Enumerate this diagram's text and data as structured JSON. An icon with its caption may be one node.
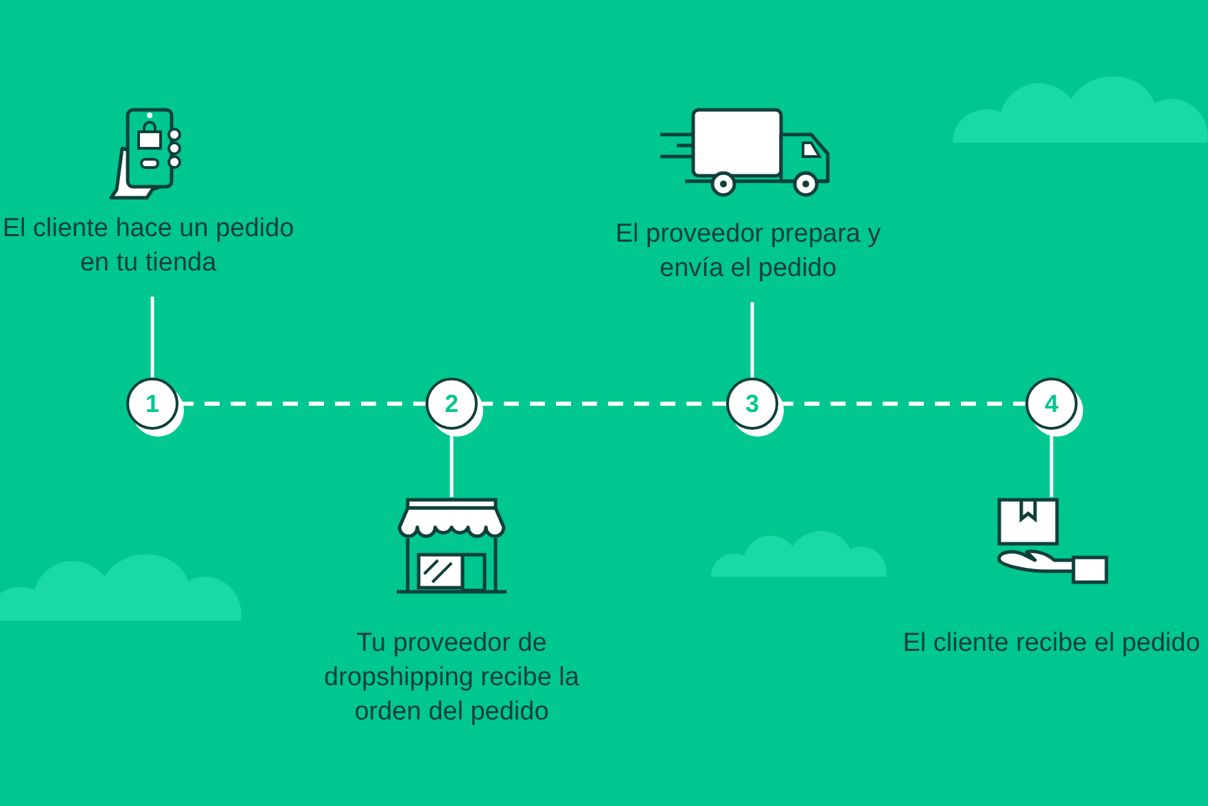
{
  "diagram": {
    "nodes": [
      {
        "text": [
          "El cliente hace un pedido en tu tienda"
        ]
      },
      {
        "text": [
          "El proveedor prepara y envía el pedido"
        ]
      },
      {
        "text": [
          "1"
        ]
      },
      {
        "text": [
          "2"
        ]
      },
      {
        "text": [
          "3"
        ]
      },
      {
        "text": [
          "4"
        ]
      },
      {
        "text": [
          "Tu proveedor de dropshipping recibe la orden del pedido"
        ]
      },
      {
        "text": [
          "El cliente recibe el pedido"
        ]
      }
    ],
    "edges": [
      {
        "from": 0,
        "to": 2,
        "arrow": "none"
      },
      {
        "from": 1,
        "to": 4,
        "arrow": "none"
      },
      {
        "from": 2,
        "to": 3,
        "arrow": "none",
        "style": "dashed"
      },
      {
        "from": 3,
        "to": 4,
        "arrow": "none",
        "style": "dashed"
      },
      {
        "from": 4,
        "to": 5,
        "arrow": "none",
        "style": "dashed"
      },
      {
        "from": 3,
        "to": 6,
        "arrow": "none"
      },
      {
        "from": 5,
        "to": 7,
        "arrow": "none"
      }
    ]
  }
}
